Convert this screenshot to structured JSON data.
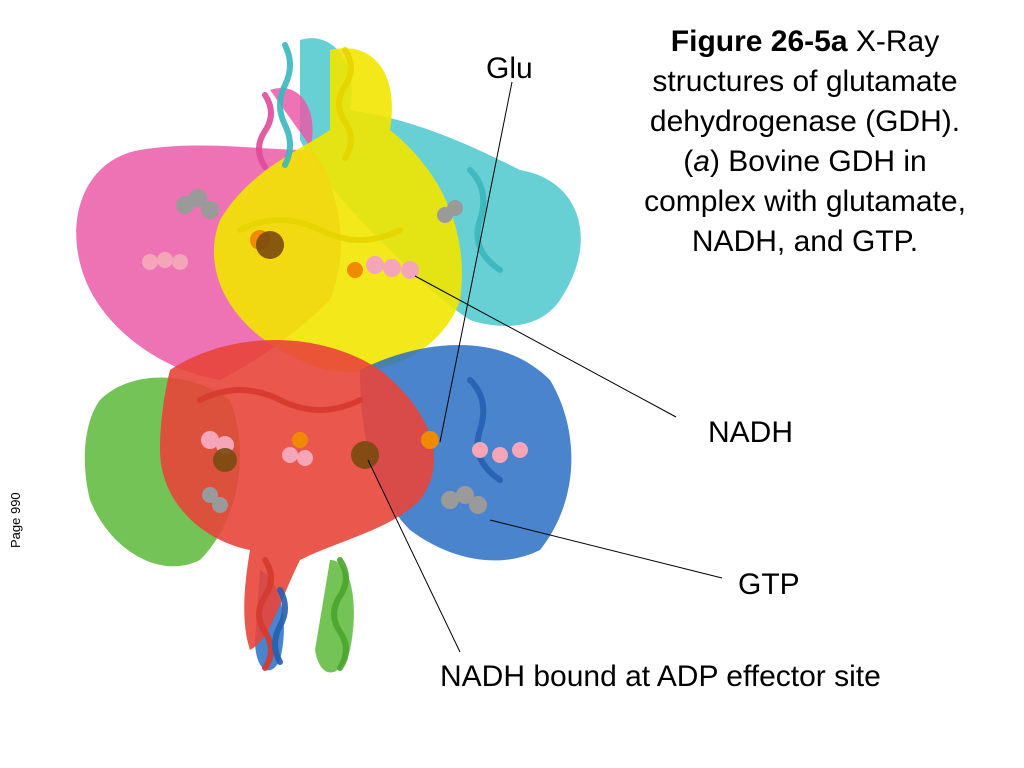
{
  "caption": {
    "figure_id": "Figure 26-5a",
    "text_1": " X-Ray structures of glutamate dehydrogenase (GDH). (",
    "italic": "a",
    "text_2": ") Bovine GDH in complex with glutamate, NADH, and GTP."
  },
  "labels": {
    "glu": "Glu",
    "nadh": "NADH",
    "gtp": "GTP",
    "nadh_adp": "NADH bound at ADP effector site"
  },
  "page_ref": "Page 990",
  "colors": {
    "subunit_pink": "#ea5aa8",
    "subunit_yellow": "#f2e600",
    "subunit_cyan": "#4cc8cc",
    "subunit_red": "#e8453a",
    "subunit_green": "#5bb83a",
    "subunit_blue": "#2a6fc4",
    "gtp_gray": "#9a9a9a",
    "nadh_pink": "#f4a6b8",
    "glu_orange": "#f08a00"
  }
}
